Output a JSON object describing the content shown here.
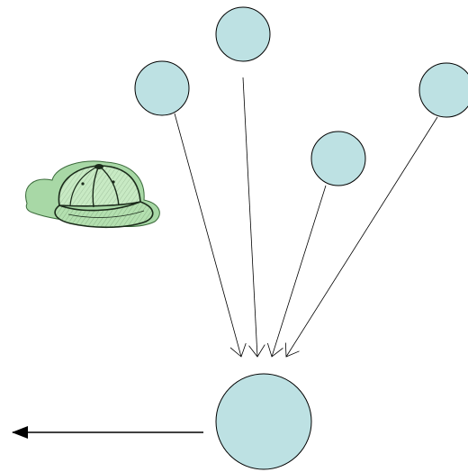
{
  "diagram": {
    "node_fill": "#bde1e3",
    "node_stroke": "#000000",
    "edge_color": "#000000",
    "cap_color": "#a8d8a6",
    "nodes": [
      {
        "id": "input-1"
      },
      {
        "id": "input-2"
      },
      {
        "id": "input-3"
      },
      {
        "id": "input-4"
      },
      {
        "id": "output"
      }
    ],
    "edges": [
      {
        "from": "input-1",
        "to": "output"
      },
      {
        "from": "input-2",
        "to": "output"
      },
      {
        "from": "input-3",
        "to": "output"
      },
      {
        "from": "input-4",
        "to": "output"
      }
    ],
    "output_arrow": {
      "direction": "left"
    },
    "icon": "baseball-cap-icon"
  }
}
